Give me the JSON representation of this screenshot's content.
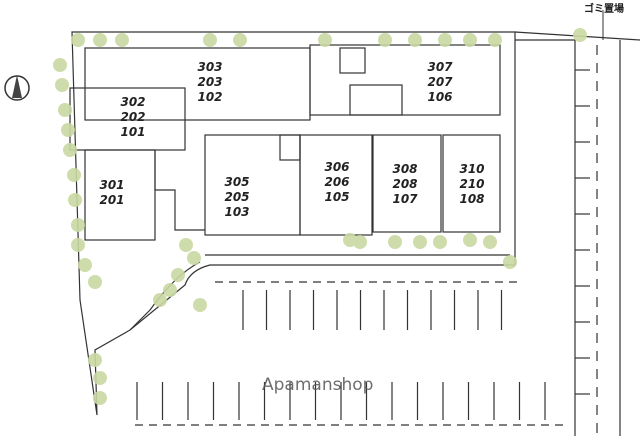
{
  "units": [
    {
      "id": "b1",
      "lines": [
        "303",
        "203",
        "102"
      ]
    },
    {
      "id": "b2",
      "lines": [
        "307",
        "207",
        "106"
      ]
    },
    {
      "id": "b3",
      "lines": [
        "302",
        "202",
        "101"
      ]
    },
    {
      "id": "b4",
      "lines": [
        "301",
        "201"
      ]
    },
    {
      "id": "b5",
      "lines": [
        "305",
        "205",
        "103"
      ]
    },
    {
      "id": "b6",
      "lines": [
        "306",
        "206",
        "105"
      ]
    },
    {
      "id": "b7",
      "lines": [
        "308",
        "208",
        "107"
      ]
    },
    {
      "id": "b8",
      "lines": [
        "310",
        "210",
        "108"
      ]
    }
  ],
  "garbage_label": "ゴミ置場",
  "watermark": "Apamanshop",
  "colors": {
    "tree": "#c9d9a2",
    "line": "#333333"
  }
}
